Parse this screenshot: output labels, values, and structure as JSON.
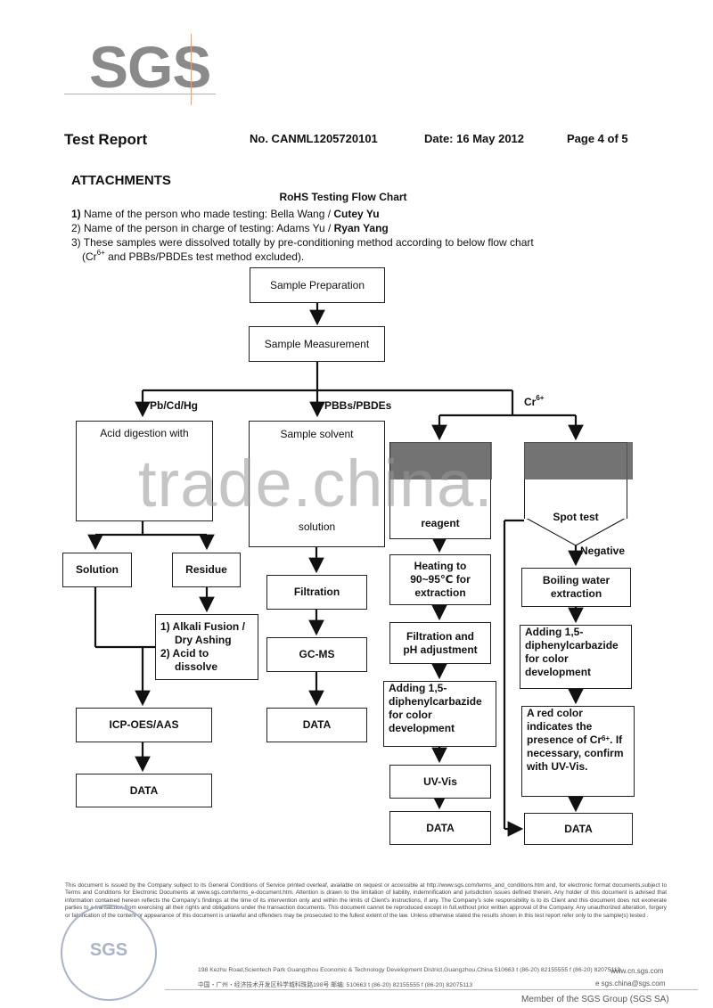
{
  "logo": "SGS",
  "header": {
    "title": "Test Report",
    "report_no": "No. CANML1205720101",
    "date": "Date: 16 May 2012",
    "page": "Page 4 of 5"
  },
  "attachments": "ATTACHMENTS",
  "flow_title": "RoHS Testing Flow Chart",
  "notes": {
    "n1_num": "1)",
    "n1_text": " Name of the person who made testing: Bella Wang / ",
    "n1_bold": "Cutey Yu",
    "n2_text": "2) Name of the person in charge of testing: Adams Yu / ",
    "n2_bold": "Ryan Yang",
    "n3_text": "3) These samples were dissolved totally by pre-conditioning method according to below flow chart",
    "n3b_pre": "(Cr",
    "n3b_sup": "6+",
    "n3b_post": " and PBBs/PBDEs test method excluded)."
  },
  "flow": {
    "sample_prep": "Sample Preparation",
    "sample_meas": "Sample Measurement",
    "branch_metals": "Pb/Cd/Hg",
    "branch_pbb": "PBBs/PBDEs",
    "branch_cr": "Cr",
    "branch_cr_sup": "6+",
    "acid_digestion": "Acid digestion with",
    "sample_solvent": "Sample solvent",
    "solution_word": "solution",
    "reagent": "reagent",
    "spot_test": "Spot test",
    "negative": "Negative",
    "solution": "Solution",
    "residue": "Residue",
    "alkali_1": "1) Alkali Fusion /",
    "alkali_2": "Dry Ashing",
    "alkali_3": "2) Acid to",
    "alkali_4": "dissolve",
    "filtration": "Filtration",
    "gcms": "GC-MS",
    "heating_1": "Heating to",
    "heating_2": "90~95℃ for",
    "heating_3": "extraction",
    "filt_ph_1": "Filtration and",
    "filt_ph_2": "pH adjustment",
    "adding_1": "Adding 1,5-",
    "adding_2": "diphenylcarbazide",
    "adding_3": "for color",
    "adding_4": "development",
    "boiling_1": "Boiling water",
    "boiling_2": "extraction",
    "red_1": "A red color",
    "red_2": "indicates the",
    "red_3": "presence of Cr",
    "red_3_sup": "6+",
    "red_3_post": ". If",
    "red_4": "necessary, confirm",
    "red_5": "with UV-Vis.",
    "icp": "ICP-OES/AAS",
    "uvvis": "UV-Vis",
    "data": "DATA"
  },
  "watermark": "trade.china.",
  "footer": {
    "fine_print": "This document is issued by the Company subject to its General Conditions of Service printed overleaf, available on request or accessible at http://www.sgs.com/terms_and_conditions.htm and, for electronic format documents,subject to Terms and Conditions for Electronic Documents at www.sgs.com/terms_e-document.htm. Attention is drawn to the limitation of liability, indemnification and jurisdiction issues defined therein. Any holder of this document is advised that information contained hereon reflects the Company's findings at the time of its intervention only and within the limits of Client's instructions, if any. The Company's sole responsibility is to its Client and this document does not exonerate parties to a transaction from exercising all their rights and obligations under the transaction documents. This document cannot be reproduced except in full,without prior written approval of the Company. Any unauthorized alteration, forgery or falsification of the content or appearance of this document is unlawful and offenders may be prosecuted to the fullest extent of the law. Unless otherwise stated the results shown in this test report refer only to the sample(s) tested .",
    "seal": "SGS",
    "addr_en": "198 Kezhu Road,Scientech Park Guangzhou Economic & Technology Development District,Guangzhou,China  510663   t (86-20) 82155555   f (86-20) 82075113",
    "addr_cn": "中国・广州・经济技术开发区科学城科珠路198号                    邮编: 510663   t (86-20) 82155555   f (86-20) 82075113",
    "web": "www.cn.sgs.com",
    "email": "e sgs.china@sgs.com",
    "member": "Member of the SGS Group (SGS SA)"
  }
}
